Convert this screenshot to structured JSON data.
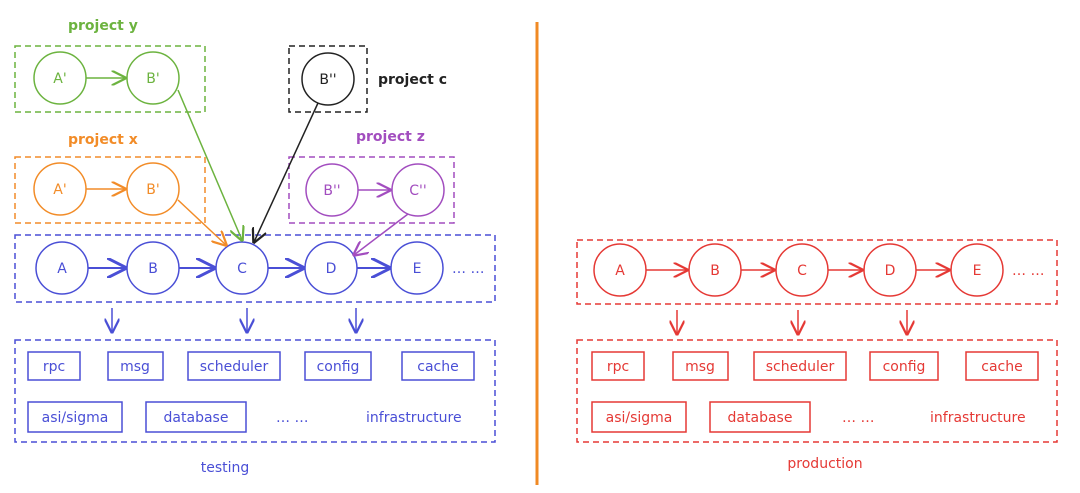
{
  "colors": {
    "green": "#6cb33f",
    "orange": "#f28c28",
    "black": "#222222",
    "purple": "#a24dbf",
    "blue": "#4a4fd6",
    "red": "#e53935",
    "divider": "#f08a24"
  },
  "projects": {
    "y": {
      "title": "project y",
      "nodes": [
        "A'",
        "B'"
      ]
    },
    "x": {
      "title": "project x",
      "nodes": [
        "A'",
        "B'"
      ]
    },
    "c": {
      "title": "project c",
      "nodes": [
        "B''"
      ]
    },
    "z": {
      "title": "project z",
      "nodes": [
        "B''",
        "C''"
      ]
    }
  },
  "testing": {
    "chain": [
      "A",
      "B",
      "C",
      "D",
      "E"
    ],
    "chain_more": "… …",
    "infra": [
      "rpc",
      "msg",
      "scheduler",
      "config",
      "cache",
      "asi/sigma",
      "database"
    ],
    "infra_more": "… …",
    "infra_label": "infrastructure",
    "label": "testing"
  },
  "production": {
    "chain": [
      "A",
      "B",
      "C",
      "D",
      "E"
    ],
    "chain_more": "… …",
    "infra": [
      "rpc",
      "msg",
      "scheduler",
      "config",
      "cache",
      "asi/sigma",
      "database"
    ],
    "infra_more": "… …",
    "infra_label": "infrastructure",
    "label": "production"
  }
}
